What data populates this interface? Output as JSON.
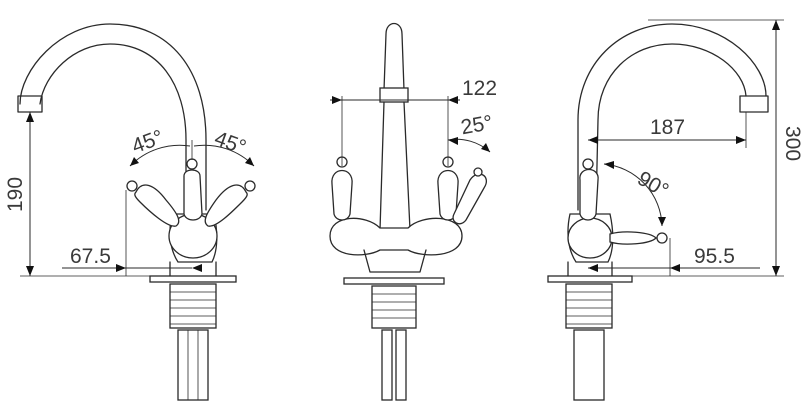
{
  "labels": {
    "height_left": "190",
    "angle_left": "45°",
    "angle_right": "45°",
    "handle_offset_left": "67.5",
    "spread_center": "122",
    "angle_center": "25°",
    "reach_right": "187",
    "angle_side": "90°",
    "handle_offset_right": "95.5",
    "height_total": "300"
  }
}
